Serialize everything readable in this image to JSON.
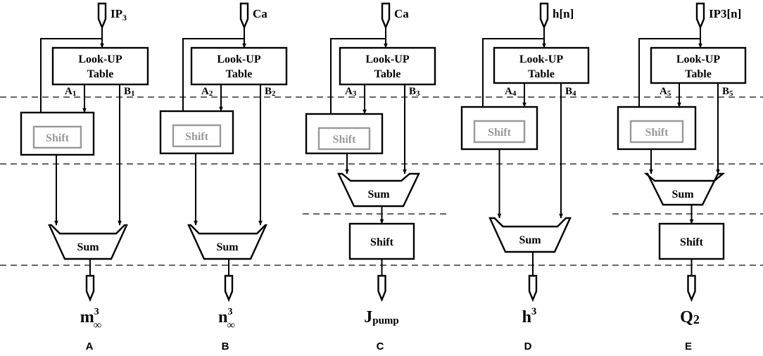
{
  "diagram": {
    "lut_line1": "Look-UP",
    "lut_line2": "Table",
    "shift_label": "Shift",
    "sum_label": "Sum",
    "panels": [
      {
        "id": "A",
        "input": "IP",
        "input_sub": "3",
        "a_label": "A",
        "a_sub": "1",
        "b_label": "B",
        "b_sub": "1",
        "output_main": "m",
        "output_sup": "3",
        "output_sub": "∞",
        "caption": "A"
      },
      {
        "id": "B",
        "input": "Ca",
        "input_sub": "",
        "a_label": "A",
        "a_sub": "2",
        "b_label": "B",
        "b_sub": "2",
        "output_main": "n",
        "output_sup": "3",
        "output_sub": "∞",
        "caption": "B"
      },
      {
        "id": "C",
        "input": "Ca",
        "input_sub": "",
        "a_label": "A",
        "a_sub": "3",
        "b_label": "B",
        "b_sub": "3",
        "output_main": "J",
        "output_sup": "",
        "output_sub": "pump",
        "caption": "C"
      },
      {
        "id": "D",
        "input": "h[n]",
        "input_sub": "",
        "a_label": "A",
        "a_sub": "4",
        "b_label": "B",
        "b_sub": "4",
        "output_main": "h",
        "output_sup": "3",
        "output_sub": "",
        "caption": "D"
      },
      {
        "id": "E",
        "input": "IP3[n]",
        "input_sub": "",
        "a_label": "A",
        "a_sub": "5",
        "b_label": "B",
        "b_sub": "5",
        "output_main": "Q",
        "output_sup": "",
        "output_sub": "2",
        "caption": "E"
      }
    ]
  }
}
